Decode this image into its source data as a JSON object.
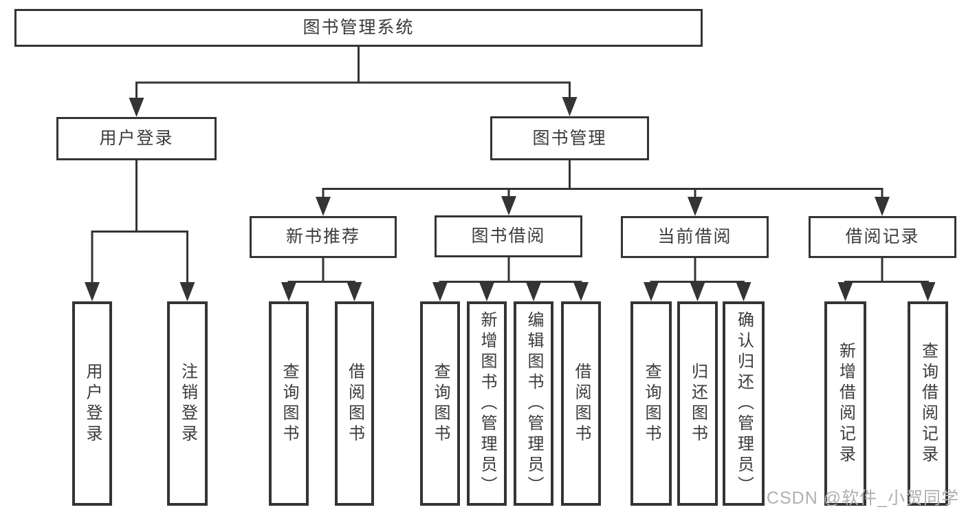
{
  "diagram": {
    "root": {
      "label": "图书管理系统"
    },
    "branches": {
      "user_login": {
        "label": "用户登录",
        "children": {
          "login": "用户登录",
          "logout": "注销登录"
        }
      },
      "book_management": {
        "label": "图书管理",
        "sections": {
          "new_book_recommend": {
            "label": "新书推荐",
            "children": {
              "query_books": "查询图书",
              "borrow_books": "借阅图书"
            }
          },
          "book_borrowing": {
            "label": "图书借阅",
            "children": {
              "query_books": "查询图书",
              "add_books": "新增图书（管理员）",
              "edit_books": "编辑图书（管理员）",
              "borrow_books": "借阅图书"
            }
          },
          "current_borrowing": {
            "label": "当前借阅",
            "children": {
              "query_books": "查询图书",
              "return_books": "归还图书",
              "confirm_return": "确认归还（管理员）"
            }
          },
          "borrow_records": {
            "label": "借阅记录",
            "children": {
              "add_record": "新增借阅记录",
              "query_record": "查询借阅记录"
            }
          }
        }
      }
    },
    "colors": {
      "line": "#343434",
      "text": "#3b3b3b",
      "watermark": "#b0b0b0"
    }
  },
  "watermark": "CSDN @软件_小贺同学"
}
